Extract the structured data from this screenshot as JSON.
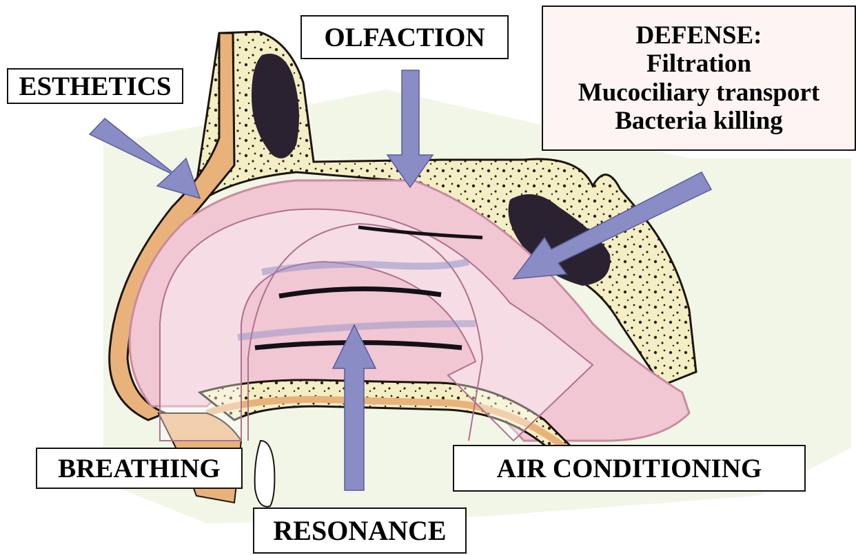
{
  "labels": {
    "esthetics": "ESTHETICS",
    "olfaction": "OLFACTION",
    "defense_title": "DEFENSE:",
    "defense_items": [
      "Filtration",
      "Mucociliary transport",
      "Bacteria killing"
    ],
    "breathing": "BREATHING",
    "air_conditioning": "AIR CONDITIONING",
    "resonance": "RESONANCE"
  },
  "colors": {
    "arrow": "#8a8cc6",
    "bone": "#f4eec4",
    "bone_outline": "#1c140c",
    "cartilage": "#e9b27a",
    "mucosa": "#f0c7d3",
    "sinus": "#2a2230",
    "background_tint": "#eef4e0",
    "airflow_overlay": "#ffffff",
    "turbinate_line": "#141018"
  }
}
